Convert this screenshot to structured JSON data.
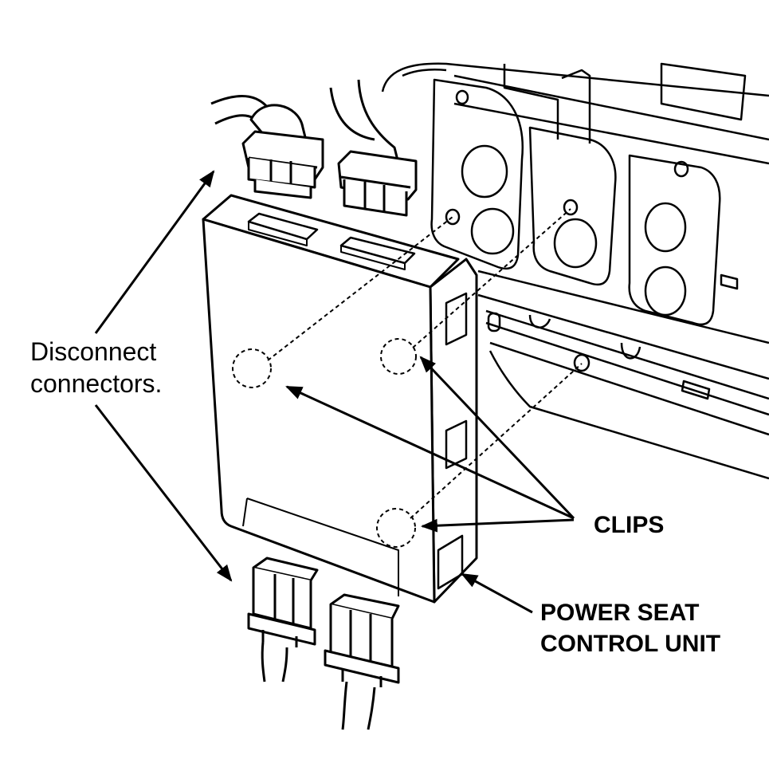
{
  "labels": {
    "disconnect_line1": "Disconnect",
    "disconnect_line2": "connectors.",
    "clips": "CLIPS",
    "unit_line1": "POWER SEAT",
    "unit_line2": "CONTROL UNIT"
  },
  "colors": {
    "line": "#000000",
    "background": "#ffffff"
  }
}
